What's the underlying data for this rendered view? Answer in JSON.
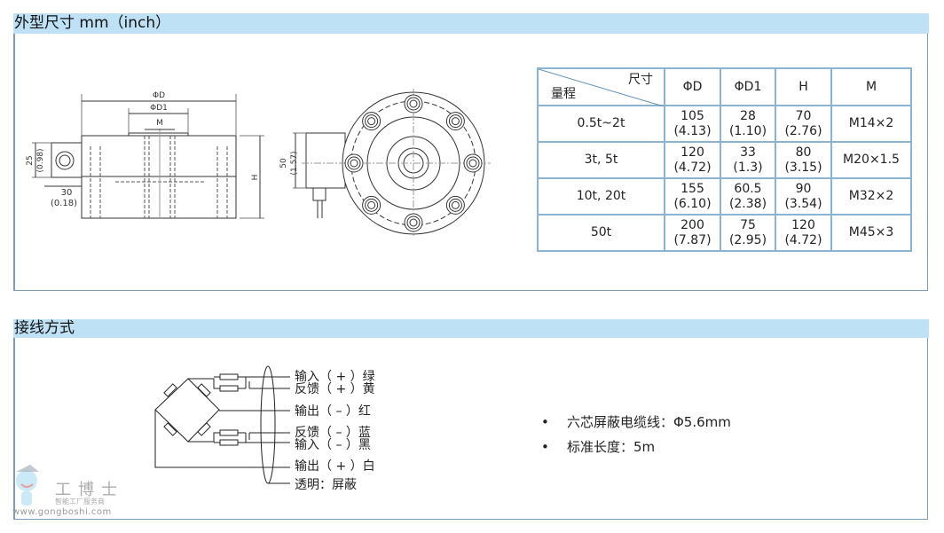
{
  "section1": {
    "title": "外型尺寸 mm（inch）"
  },
  "drawing": {
    "phiD": "ΦD",
    "phiD1": "ΦD1",
    "m": "M",
    "h": "H",
    "d30": "30",
    "d30_in": "(0.18)",
    "d25": "25",
    "d25_in": "(0.98)",
    "d50": "50",
    "d50_in": "(1.57)"
  },
  "table": {
    "corner_top": "尺寸",
    "corner_bottom": "量程",
    "headers": [
      "ΦD",
      "ΦD1",
      "H",
      "M"
    ],
    "rows": [
      {
        "range": "0.5t~2t",
        "d": [
          "105",
          "(4.13)"
        ],
        "d1": [
          "28",
          "(1.10)"
        ],
        "h": [
          "70",
          "(2.76)"
        ],
        "m": "M14×2"
      },
      {
        "range": "3t, 5t",
        "d": [
          "120",
          "(4.72)"
        ],
        "d1": [
          "33",
          "(1.3)"
        ],
        "h": [
          "80",
          "(3.15)"
        ],
        "m": "M20×1.5"
      },
      {
        "range": "10t, 20t",
        "d": [
          "155",
          "(6.10)"
        ],
        "d1": [
          "60.5",
          "(2.38)"
        ],
        "h": [
          "90",
          "(3.54)"
        ],
        "m": "M32×2"
      },
      {
        "range": "50t",
        "d": [
          "200",
          "(7.87)"
        ],
        "d1": [
          "75",
          "(2.95)"
        ],
        "h": [
          "120",
          "(4.72)"
        ],
        "m": "M45×3"
      }
    ]
  },
  "section2": {
    "title": "接线方式"
  },
  "wiring": {
    "labels": [
      "输入（ + ）绿",
      "反馈（ + ）黄",
      "输出（ – ）红",
      "反馈（ – ）蓝",
      "输入（ – ）黑",
      "输出（ + ）白",
      "透明：屏蔽"
    ]
  },
  "specs": [
    "六芯屏蔽电缆线：Φ5.6mm",
    "标准长度：5m"
  ],
  "watermark": {
    "brand": "工博士",
    "tagline": "智能工厂服务商",
    "url": "www.gongboshi.com"
  }
}
